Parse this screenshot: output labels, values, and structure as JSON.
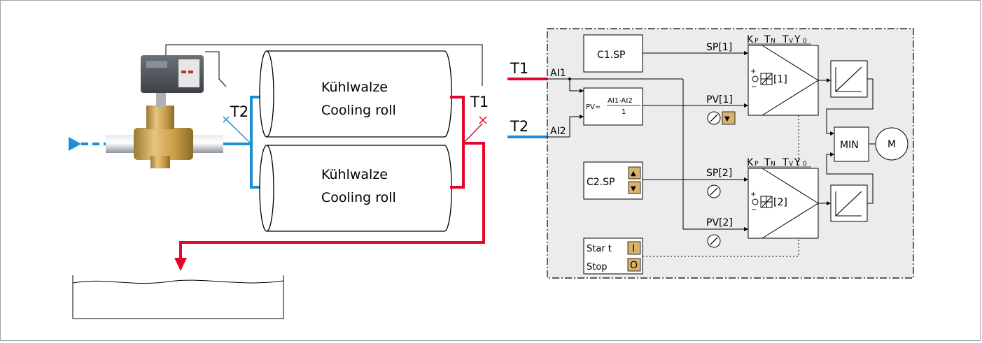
{
  "colors": {
    "hot": "#e3062a",
    "cold": "#1e8fd4",
    "panel_bg": "#ececec",
    "brass": "#d9ae5c",
    "brass_btn": "#d8b36e"
  },
  "plant": {
    "rolls": [
      {
        "line1": "Kühlwalze",
        "line2": "Cooling roll"
      },
      {
        "line1": "Kühlwalze",
        "line2": "Cooling roll"
      }
    ],
    "sensor_t2": "T2",
    "sensor_t1": "T1",
    "input_t1": "T1",
    "input_t2": "T2"
  },
  "controller": {
    "ai1": "AI1",
    "ai2": "AI2",
    "c1_sp": "C1.SP",
    "c2_sp": "C2.SP",
    "pv_formula_prefix": "PV=",
    "pv_formula_num": "AI1-AI2",
    "pv_formula_den": "1",
    "sp1": "SP[1]",
    "pv1": "PV[1]",
    "sp2": "SP[2]",
    "pv2": "PV[2]",
    "ctrl1_id": "[1]",
    "ctrl2_id": "[2]",
    "params": {
      "kp_k": "K",
      "kp_s": "P",
      "tn_t": "T",
      "tn_s": "N",
      "tv_t": "T",
      "tv_s": "V",
      "y_y": "Y",
      "y_s": "0"
    },
    "min_label": "MIN",
    "motor_label": "M",
    "start_label": "Star t",
    "stop_label": "Stop",
    "btn_on": "I",
    "btn_off": "O",
    "btn_up": "▲",
    "btn_down": "▼"
  }
}
